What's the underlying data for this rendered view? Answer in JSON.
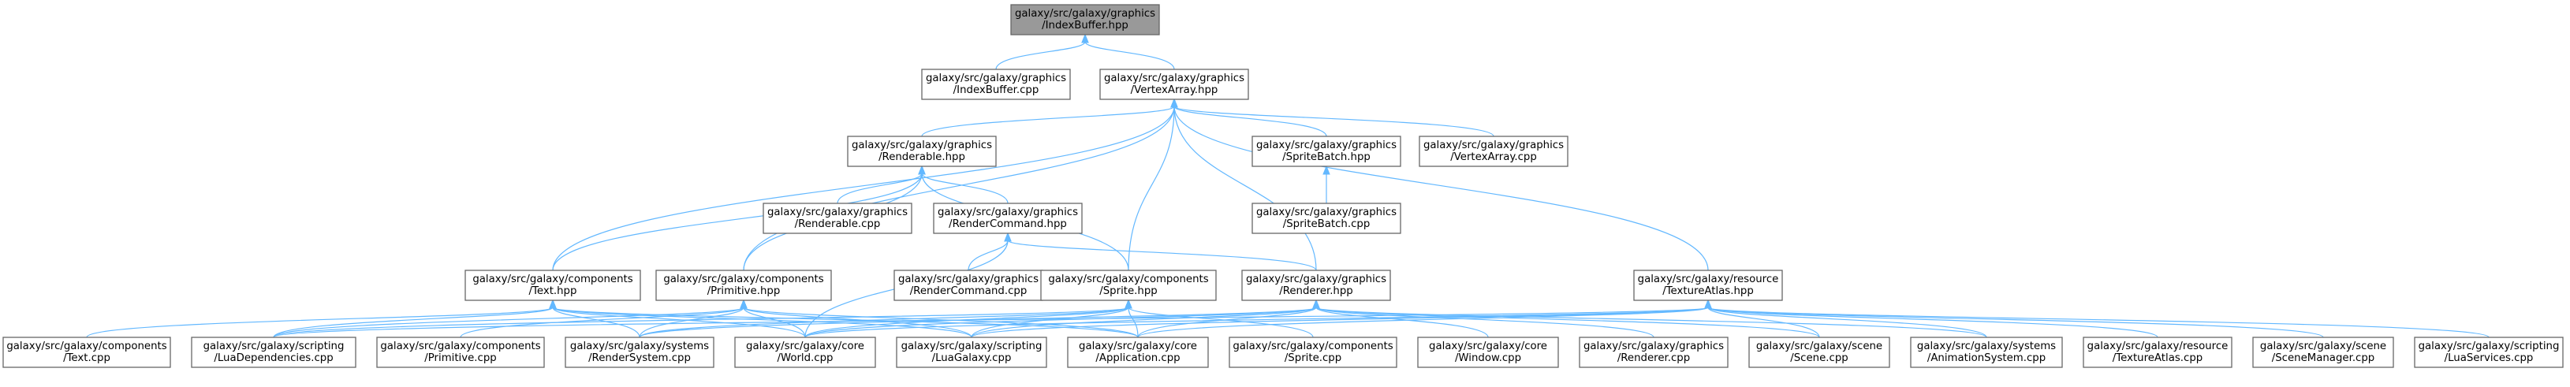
{
  "diagram": {
    "colors": {
      "edge": "#63b8ff",
      "node_border": "#666666",
      "root_fill": "#999999",
      "node_fill": "#ffffff"
    },
    "nodes": [
      {
        "id": "root",
        "lines": [
          "galaxy/src/galaxy/graphics",
          "/IndexBuffer.hpp"
        ],
        "root": true
      },
      {
        "id": "ib_cpp",
        "lines": [
          "galaxy/src/galaxy/graphics",
          "/IndexBuffer.cpp"
        ]
      },
      {
        "id": "va_hpp",
        "lines": [
          "galaxy/src/galaxy/graphics",
          "/VertexArray.hpp"
        ]
      },
      {
        "id": "renderable_hpp",
        "lines": [
          "galaxy/src/galaxy/graphics",
          "/Renderable.hpp"
        ]
      },
      {
        "id": "spritebatch_hpp",
        "lines": [
          "galaxy/src/galaxy/graphics",
          "/SpriteBatch.hpp"
        ]
      },
      {
        "id": "va_cpp",
        "lines": [
          "galaxy/src/galaxy/graphics",
          "/VertexArray.cpp"
        ]
      },
      {
        "id": "renderable_cpp",
        "lines": [
          "galaxy/src/galaxy/graphics",
          "/Renderable.cpp"
        ]
      },
      {
        "id": "rendercommand_hpp",
        "lines": [
          "galaxy/src/galaxy/graphics",
          "/RenderCommand.hpp"
        ]
      },
      {
        "id": "spritebatch_cpp",
        "lines": [
          "galaxy/src/galaxy/graphics",
          "/SpriteBatch.cpp"
        ]
      },
      {
        "id": "text_hpp",
        "lines": [
          "galaxy/src/galaxy/components",
          "/Text.hpp"
        ]
      },
      {
        "id": "primitive_hpp",
        "lines": [
          "galaxy/src/galaxy/components",
          "/Primitive.hpp"
        ]
      },
      {
        "id": "rendercommand_cpp",
        "lines": [
          "galaxy/src/galaxy/graphics",
          "/RenderCommand.cpp"
        ]
      },
      {
        "id": "sprite_hpp",
        "lines": [
          "galaxy/src/galaxy/components",
          "/Sprite.hpp"
        ]
      },
      {
        "id": "renderer_hpp",
        "lines": [
          "galaxy/src/galaxy/graphics",
          "/Renderer.hpp"
        ]
      },
      {
        "id": "textureatlas_hpp",
        "lines": [
          "galaxy/src/galaxy/resource",
          "/TextureAtlas.hpp"
        ]
      },
      {
        "id": "text_cpp",
        "lines": [
          "galaxy/src/galaxy/components",
          "/Text.cpp"
        ]
      },
      {
        "id": "luadeps_cpp",
        "lines": [
          "galaxy/src/galaxy/scripting",
          "/LuaDependencies.cpp"
        ]
      },
      {
        "id": "primitive_cpp",
        "lines": [
          "galaxy/src/galaxy/components",
          "/Primitive.cpp"
        ]
      },
      {
        "id": "rendersystem_cpp",
        "lines": [
          "galaxy/src/galaxy/systems",
          "/RenderSystem.cpp"
        ]
      },
      {
        "id": "world_cpp",
        "lines": [
          "galaxy/src/galaxy/core",
          "/World.cpp"
        ]
      },
      {
        "id": "luagalaxy_cpp",
        "lines": [
          "galaxy/src/galaxy/scripting",
          "/LuaGalaxy.cpp"
        ]
      },
      {
        "id": "application_cpp",
        "lines": [
          "galaxy/src/galaxy/core",
          "/Application.cpp"
        ]
      },
      {
        "id": "sprite_cpp",
        "lines": [
          "galaxy/src/galaxy/components",
          "/Sprite.cpp"
        ]
      },
      {
        "id": "window_cpp",
        "lines": [
          "galaxy/src/galaxy/core",
          "/Window.cpp"
        ]
      },
      {
        "id": "renderer_cpp",
        "lines": [
          "galaxy/src/galaxy/graphics",
          "/Renderer.cpp"
        ]
      },
      {
        "id": "scene_cpp",
        "lines": [
          "galaxy/src/galaxy/scene",
          "/Scene.cpp"
        ]
      },
      {
        "id": "animsystem_cpp",
        "lines": [
          "galaxy/src/galaxy/systems",
          "/AnimationSystem.cpp"
        ]
      },
      {
        "id": "textureatlas_cpp",
        "lines": [
          "galaxy/src/galaxy/resource",
          "/TextureAtlas.cpp"
        ]
      },
      {
        "id": "scenemanager_cpp",
        "lines": [
          "galaxy/src/galaxy/scene",
          "/SceneManager.cpp"
        ]
      },
      {
        "id": "luaservices_cpp",
        "lines": [
          "galaxy/src/galaxy/scripting",
          "/LuaServices.cpp"
        ]
      }
    ],
    "edges": [
      [
        "ib_cpp",
        "root"
      ],
      [
        "va_hpp",
        "root"
      ],
      [
        "renderable_hpp",
        "va_hpp"
      ],
      [
        "spritebatch_hpp",
        "va_hpp"
      ],
      [
        "va_cpp",
        "va_hpp"
      ],
      [
        "text_hpp",
        "va_hpp"
      ],
      [
        "primitive_hpp",
        "va_hpp"
      ],
      [
        "sprite_hpp",
        "va_hpp"
      ],
      [
        "renderer_hpp",
        "va_hpp"
      ],
      [
        "textureatlas_hpp",
        "va_hpp"
      ],
      [
        "renderable_cpp",
        "renderable_hpp"
      ],
      [
        "rendercommand_hpp",
        "renderable_hpp"
      ],
      [
        "text_hpp",
        "renderable_hpp"
      ],
      [
        "primitive_hpp",
        "renderable_hpp"
      ],
      [
        "sprite_hpp",
        "renderable_hpp"
      ],
      [
        "spritebatch_cpp",
        "spritebatch_hpp"
      ],
      [
        "rendercommand_cpp",
        "rendercommand_hpp"
      ],
      [
        "renderer_hpp",
        "rendercommand_hpp"
      ],
      [
        "world_cpp",
        "rendercommand_hpp"
      ],
      [
        "text_cpp",
        "text_hpp"
      ],
      [
        "luadeps_cpp",
        "text_hpp"
      ],
      [
        "rendersystem_cpp",
        "text_hpp"
      ],
      [
        "world_cpp",
        "text_hpp"
      ],
      [
        "luagalaxy_cpp",
        "text_hpp"
      ],
      [
        "application_cpp",
        "text_hpp"
      ],
      [
        "primitive_cpp",
        "primitive_hpp"
      ],
      [
        "luadeps_cpp",
        "primitive_hpp"
      ],
      [
        "rendersystem_cpp",
        "primitive_hpp"
      ],
      [
        "world_cpp",
        "primitive_hpp"
      ],
      [
        "luagalaxy_cpp",
        "primitive_hpp"
      ],
      [
        "application_cpp",
        "primitive_hpp"
      ],
      [
        "sprite_cpp",
        "sprite_hpp"
      ],
      [
        "luadeps_cpp",
        "sprite_hpp"
      ],
      [
        "rendersystem_cpp",
        "sprite_hpp"
      ],
      [
        "world_cpp",
        "sprite_hpp"
      ],
      [
        "luagalaxy_cpp",
        "sprite_hpp"
      ],
      [
        "application_cpp",
        "sprite_hpp"
      ],
      [
        "renderer_cpp",
        "renderer_hpp"
      ],
      [
        "window_cpp",
        "renderer_hpp"
      ],
      [
        "rendersystem_cpp",
        "renderer_hpp"
      ],
      [
        "world_cpp",
        "renderer_hpp"
      ],
      [
        "application_cpp",
        "renderer_hpp"
      ],
      [
        "luagalaxy_cpp",
        "renderer_hpp"
      ],
      [
        "scene_cpp",
        "renderer_hpp"
      ],
      [
        "animsystem_cpp",
        "renderer_hpp"
      ],
      [
        "textureatlas_cpp",
        "textureatlas_hpp"
      ],
      [
        "scenemanager_cpp",
        "textureatlas_hpp"
      ],
      [
        "luaservices_cpp",
        "textureatlas_hpp"
      ],
      [
        "animsystem_cpp",
        "textureatlas_hpp"
      ],
      [
        "scene_cpp",
        "textureatlas_hpp"
      ],
      [
        "world_cpp",
        "textureatlas_hpp"
      ],
      [
        "application_cpp",
        "textureatlas_hpp"
      ],
      [
        "luagalaxy_cpp",
        "textureatlas_hpp"
      ],
      [
        "luadeps_cpp",
        "textureatlas_hpp"
      ]
    ]
  }
}
